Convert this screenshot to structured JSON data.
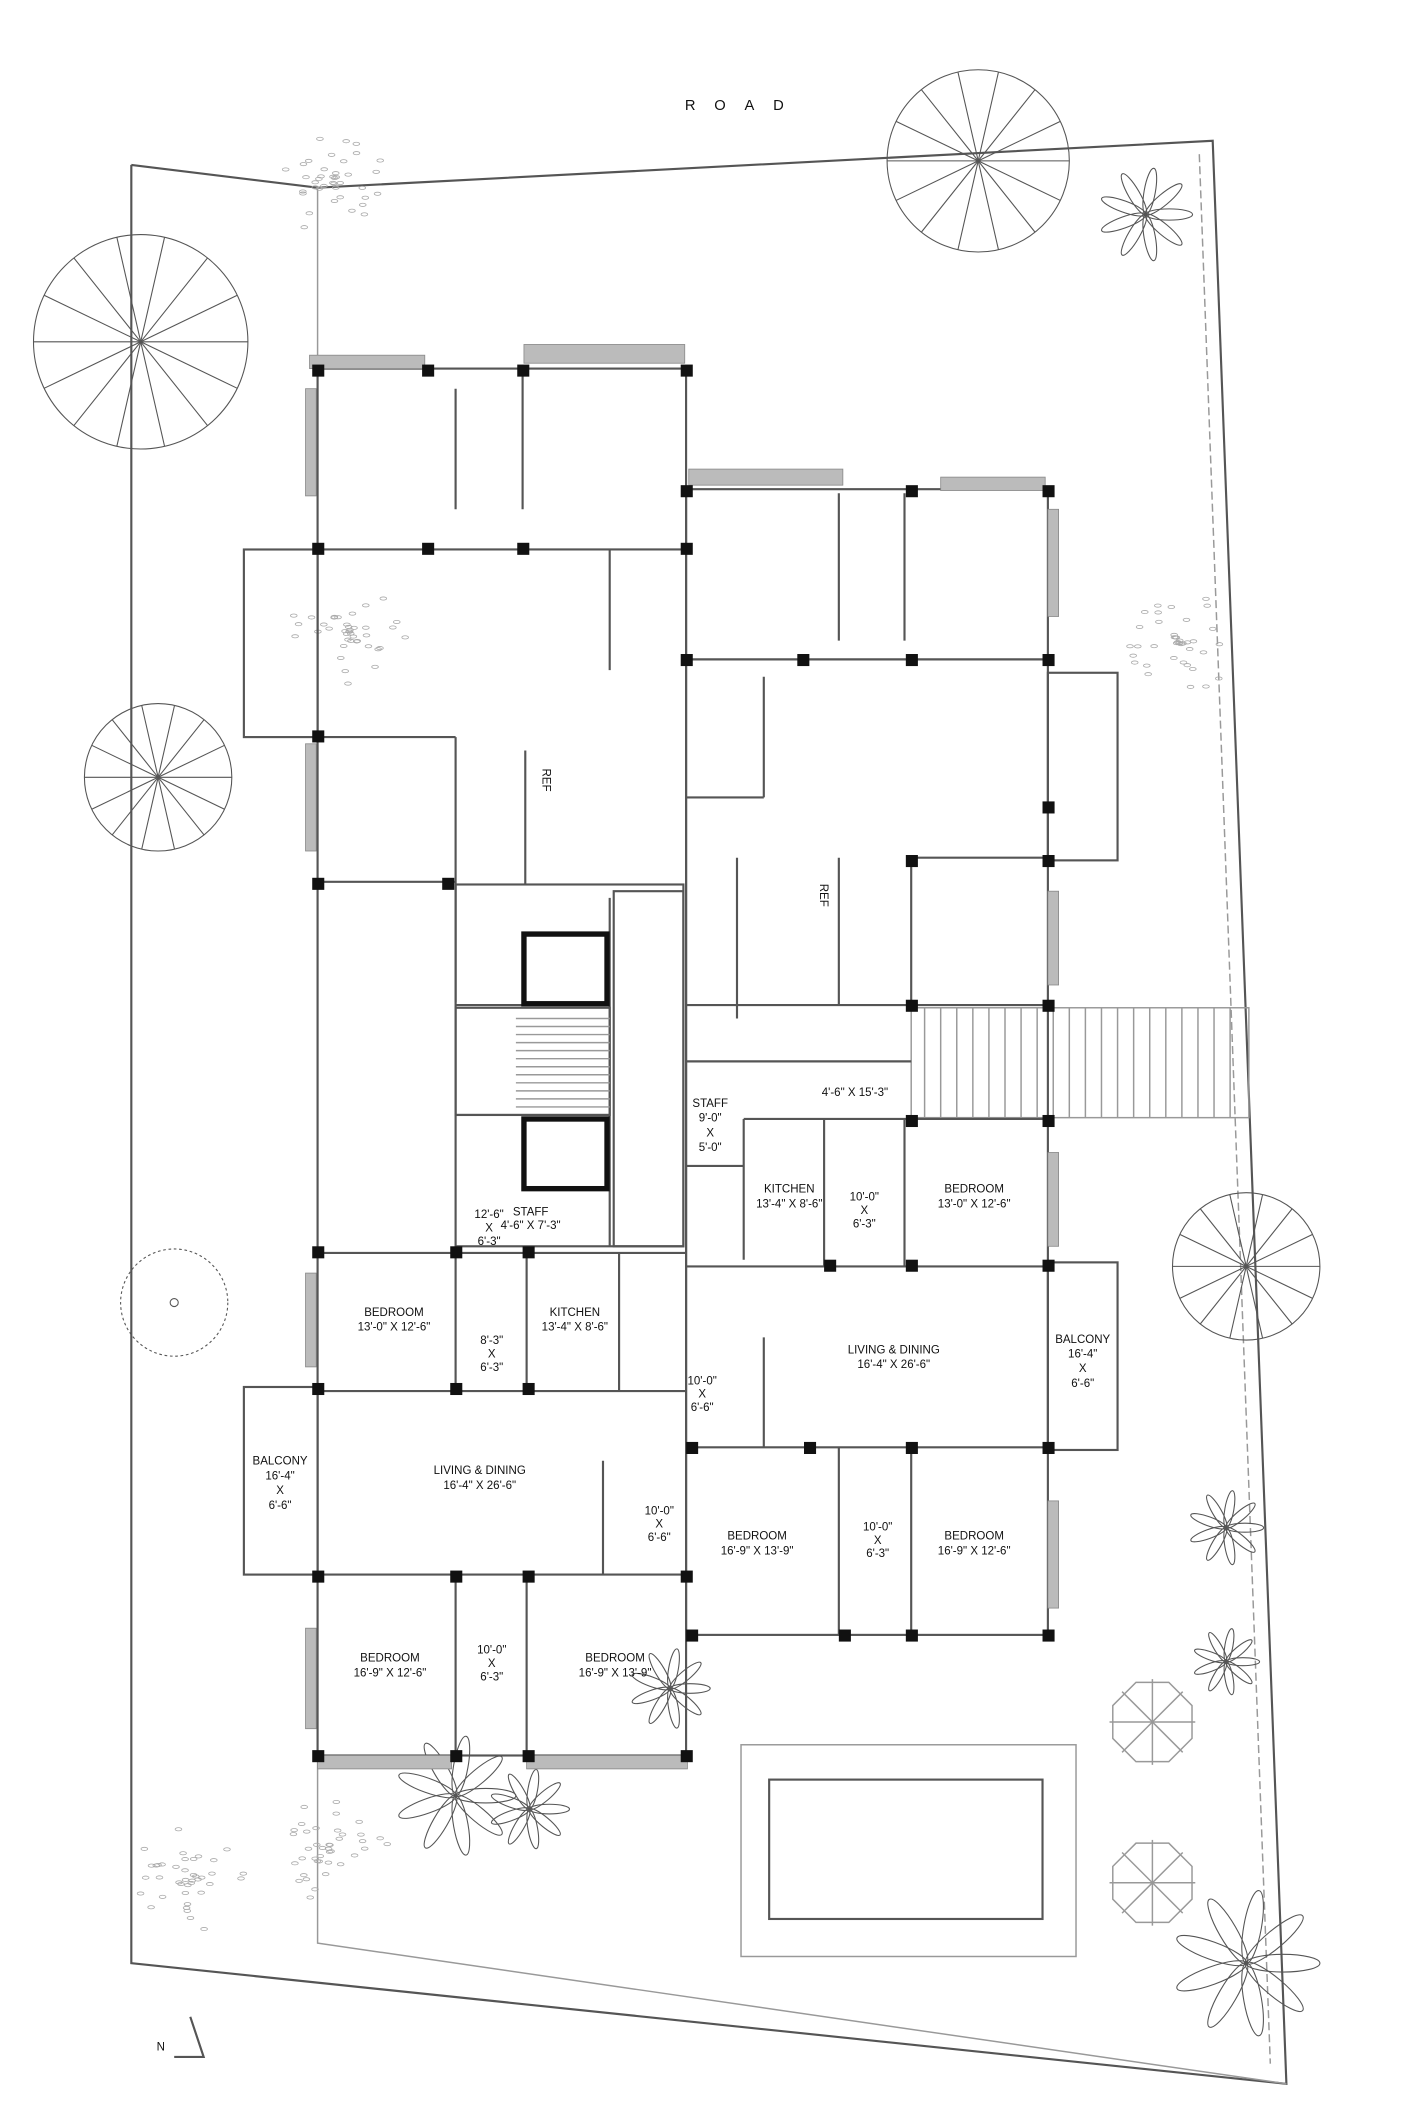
{
  "site": {
    "road_label": "ROAD",
    "north_label": "N"
  },
  "upper_unit": {
    "ref_label": "REF",
    "staff_room": {
      "name": "STAFF",
      "w": "9'-0\"",
      "x": "X",
      "h": "5'-0\""
    },
    "passage": {
      "size": "4'-6\" X 15'-3\""
    },
    "kitchen": {
      "name": "KITCHEN",
      "size": "13'-4\" X 8'-6\""
    },
    "bath_bedroom": {
      "w": "10'-0\"",
      "x": "X",
      "h": "6'-3\""
    },
    "bedroom_1": {
      "name": "BEDROOM",
      "size": "13'-0\" X 12'-6\""
    },
    "living": {
      "name": "LIVING & DINING",
      "size": "16'-4\" X 26'-6\""
    },
    "balcony": {
      "name": "BALCONY",
      "w": "16'-4\"",
      "x": "X",
      "h": "6'-6\""
    },
    "bath_common": {
      "w": "10'-0\"",
      "x": "X",
      "h": "6'-6\""
    },
    "bedroom_2": {
      "name": "BEDROOM",
      "size": "16'-9\" X 13'-9\""
    },
    "bath_shared": {
      "w": "10'-0\"",
      "x": "X",
      "h": "6'-3\""
    },
    "bedroom_3": {
      "name": "BEDROOM",
      "size": "16'-9\" X 12'-6\""
    }
  },
  "lower_unit": {
    "ref_label": "REF",
    "utility": {
      "w": "12'-6\"",
      "x": "X",
      "h": "6'-3\""
    },
    "staff_room": {
      "name": "STAFF",
      "size": "4'-6\" X 7'-3\""
    },
    "bedroom_1": {
      "name": "BEDROOM",
      "size": "13'-0\" X 12'-6\""
    },
    "bath_bedroom": {
      "w": "8'-3\"",
      "x": "X",
      "h": "6'-3\""
    },
    "kitchen": {
      "name": "KITCHEN",
      "size": "13'-4\" X 8'-6\""
    },
    "balcony": {
      "name": "BALCONY",
      "w": "16'-4\"",
      "x": "X",
      "h": "6'-6\""
    },
    "living": {
      "name": "LIVING & DINING",
      "size": "16'-4\" X 26'-6\""
    },
    "bath_common": {
      "w": "10'-0\"",
      "x": "X",
      "h": "6'-6\""
    },
    "bedroom_2": {
      "name": "BEDROOM",
      "size": "16'-9\" X 12'-6\""
    },
    "bath_shared": {
      "w": "10'-0\"",
      "x": "X",
      "h": "6'-3\""
    },
    "bedroom_3": {
      "name": "BEDROOM",
      "size": "16'-9\" X 13'-9\""
    }
  }
}
